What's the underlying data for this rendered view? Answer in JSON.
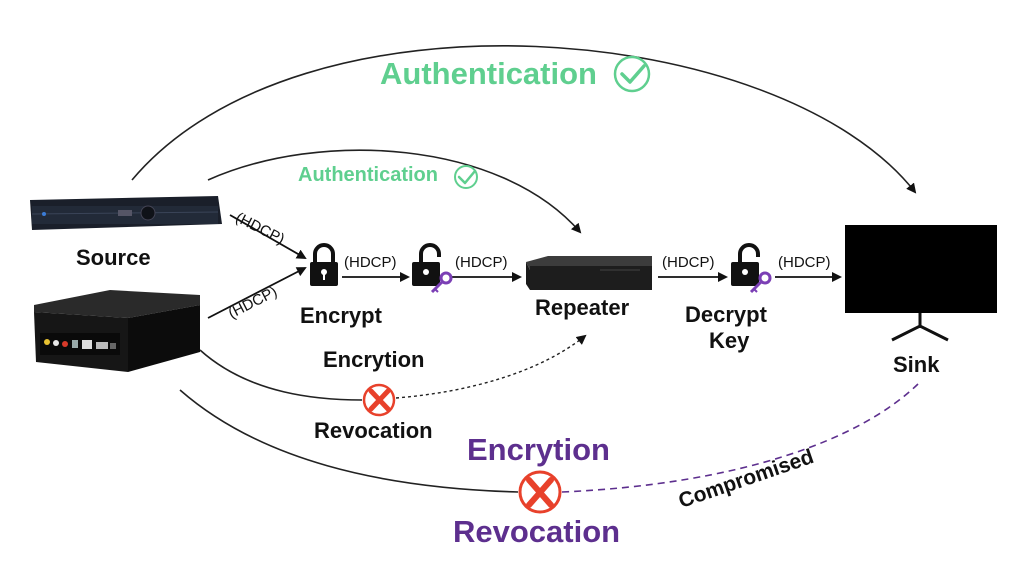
{
  "labels": {
    "authentication_big": "Authentication",
    "authentication_small": "Authentication",
    "source": "Source",
    "encrypt": "Encrypt",
    "repeater": "Repeater",
    "decrypt_key": "Decrypt\nKey",
    "decrypt": "Decrypt",
    "key": "Key",
    "sink": "Sink",
    "encryption_small": "Encrytion",
    "revocation_small": "Revocation",
    "encryption_big": "Encrytion",
    "revocation_big": "Revocation",
    "compromised": "Compromised",
    "hdcp": "(HDCP)"
  },
  "colors": {
    "authentication": "#5fcf8f",
    "compromised_path": "#5d2f8e",
    "revoke_mark": "#e8412b",
    "key_accent": "#7b3fb5"
  },
  "icons": {
    "check": "check-circle-icon",
    "cross": "cross-circle-icon",
    "lock": "padlock-closed-icon",
    "unlock_key": "padlock-open-key-icon"
  }
}
